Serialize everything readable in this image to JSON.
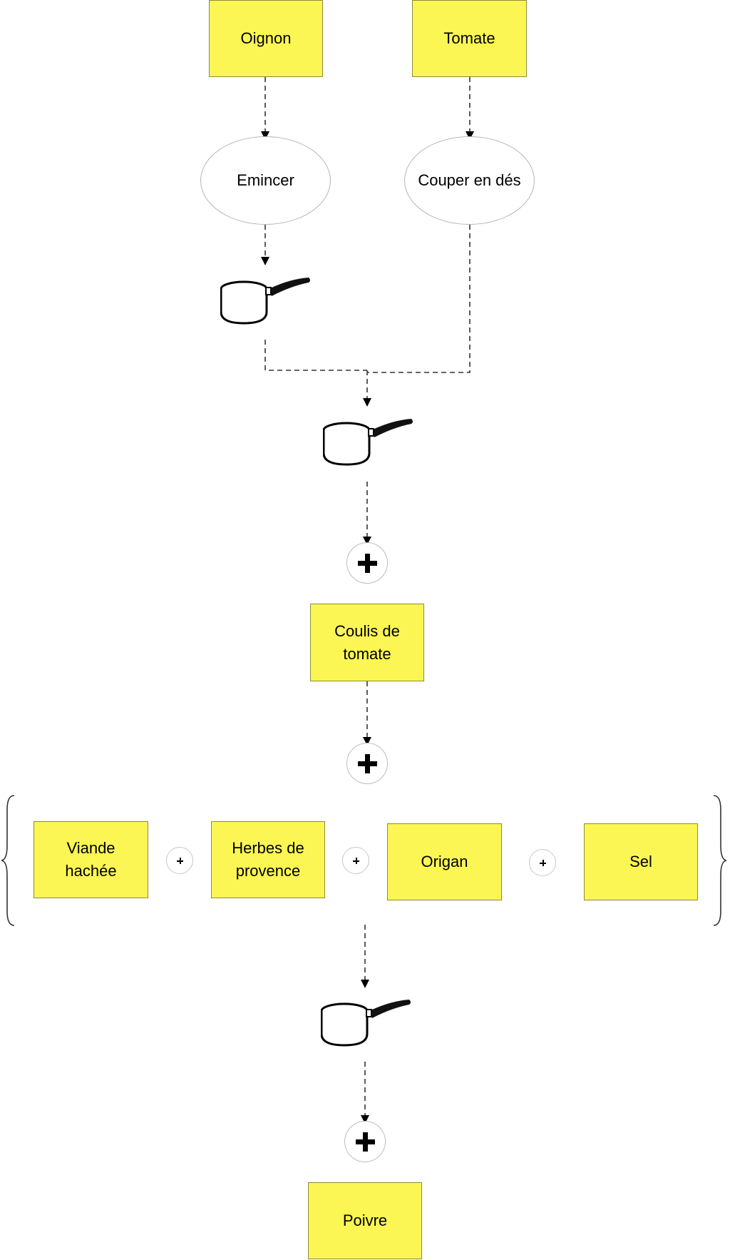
{
  "colors": {
    "sticky": "#fbf653",
    "line": "#333333"
  },
  "ingredients": {
    "oignon": "Oignon",
    "tomate": "Tomate",
    "coulis": "Coulis de\ntomate",
    "viande": "Viande\nhachée",
    "herbes": "Herbes de\nprovence",
    "origan": "Origan",
    "sel": "Sel",
    "poivre": "Poivre"
  },
  "actions": {
    "emincer": "Emincer",
    "couper": "Couper en dés"
  },
  "icons": {
    "pot": "saucepan-icon",
    "add": "plus-icon",
    "add_small": "plus-small-icon"
  }
}
